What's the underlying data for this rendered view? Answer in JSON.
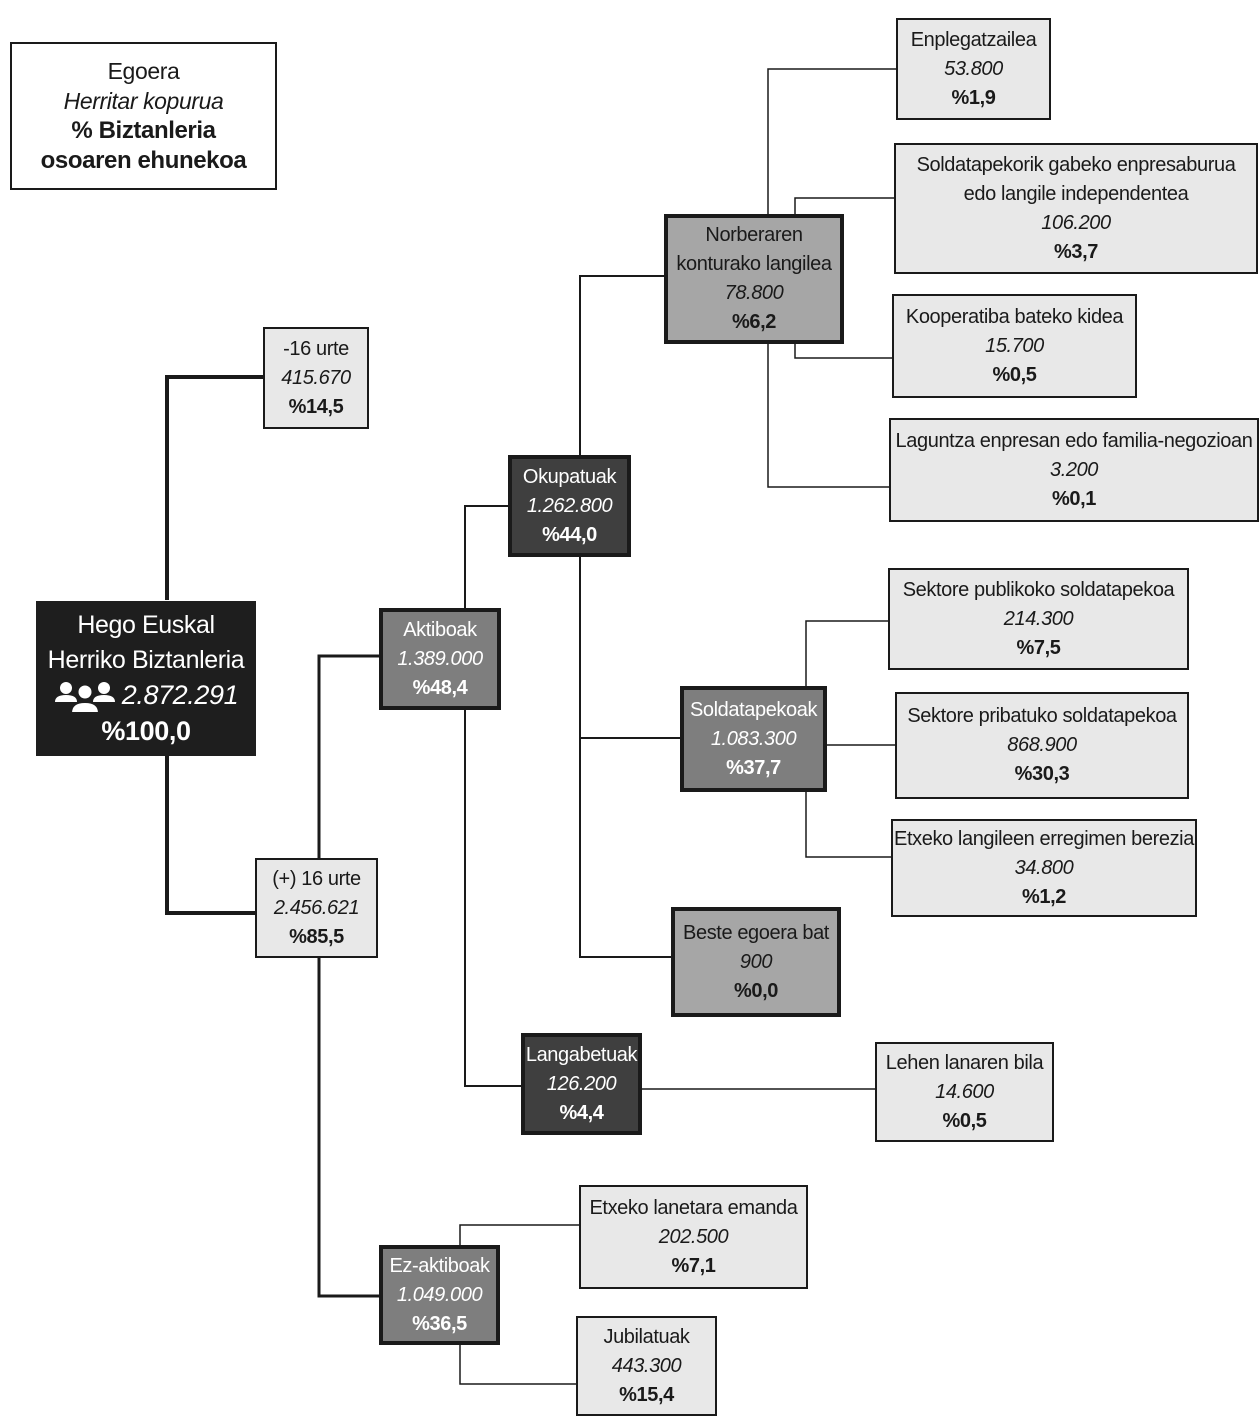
{
  "legend": {
    "label": "Egoera",
    "count": "Herritar kopurua",
    "pct_line1": "% Biztanleria",
    "pct_line2": "osoaren ehunekoa"
  },
  "root": {
    "label_line1": "Hego Euskal",
    "label_line2": "Herriko Biztanleria",
    "icon": "people-icon",
    "count": "2.872.291",
    "pct": "%100,0"
  },
  "nodes": {
    "under16": {
      "label": "-16 urte",
      "count": "415.670",
      "pct": "%14,5"
    },
    "over16": {
      "label": "(+) 16 urte",
      "count": "2.456.621",
      "pct": "%85,5"
    },
    "aktiboak": {
      "label": "Aktiboak",
      "count": "1.389.000",
      "pct": "%48,4"
    },
    "okupatuak": {
      "label": "Okupatuak",
      "count": "1.262.800",
      "pct": "%44,0"
    },
    "norberaren": {
      "label_line1": "Norberaren",
      "label_line2": "konturako langilea",
      "count": "78.800",
      "pct": "%6,2"
    },
    "enplegatzailea": {
      "label": "Enplegatzailea",
      "count": "53.800",
      "pct": "%1,9"
    },
    "soldatapekorik": {
      "label_line1": "Soldatapekorik gabeko enpresaburua",
      "label_line2": "edo langile independentea",
      "count": "106.200",
      "pct": "%3,7"
    },
    "kooperatiba": {
      "label": "Kooperatiba bateko kidea",
      "count": "15.700",
      "pct": "%0,5"
    },
    "laguntza": {
      "label": "Laguntza enpresan edo familia-negozioan",
      "count": "3.200",
      "pct": "%0,1"
    },
    "soldatapekoak": {
      "label": "Soldatapekoak",
      "count": "1.083.300",
      "pct": "%37,7"
    },
    "publikoko": {
      "label": "Sektore publikoko soldatapekoa",
      "count": "214.300",
      "pct": "%7,5"
    },
    "pribatuko": {
      "label": "Sektore pribatuko soldatapekoa",
      "count": "868.900",
      "pct": "%30,3"
    },
    "etxeko_langileen": {
      "label": "Etxeko langileen erregimen berezia",
      "count": "34.800",
      "pct": "%1,2"
    },
    "beste": {
      "label": "Beste egoera bat",
      "count": "900",
      "pct": "%0,0"
    },
    "langabetuak": {
      "label": "Langabetuak",
      "count": "126.200",
      "pct": "%4,4"
    },
    "lehen_lan": {
      "label": "Lehen lanaren bila",
      "count": "14.600",
      "pct": "%0,5"
    },
    "ez_aktiboak": {
      "label": "Ez-aktiboak",
      "count": "1.049.000",
      "pct": "%36,5"
    },
    "etxeko_lanetara": {
      "label": "Etxeko lanetara emanda",
      "count": "202.500",
      "pct": "%7,1"
    },
    "jubilatuak": {
      "label": "Jubilatuak",
      "count": "443.300",
      "pct": "%15,4"
    }
  },
  "colors": {
    "root": "#1e1e1e",
    "dark": "#3f3f3f",
    "mid_dark": "#7e7e7e",
    "mid": "#a6a6a6",
    "light": "#e8e8e8",
    "line": "#1a1a1a"
  }
}
